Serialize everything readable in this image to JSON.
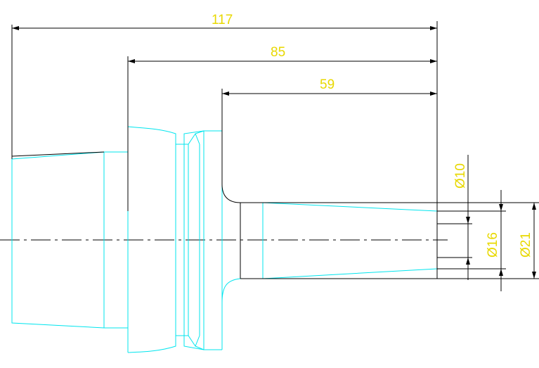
{
  "dimensions": {
    "length_overall": "117",
    "length_flange_to_tip": "85",
    "length_shank": "59",
    "diameter_inner": "Ø10",
    "diameter_middle": "Ø16",
    "diameter_outer": "Ø21"
  },
  "colors": {
    "part_outline": "#00e5ee",
    "dimension_lines": "#000000",
    "dimension_text": "#e8d800",
    "background": "#ffffff"
  }
}
